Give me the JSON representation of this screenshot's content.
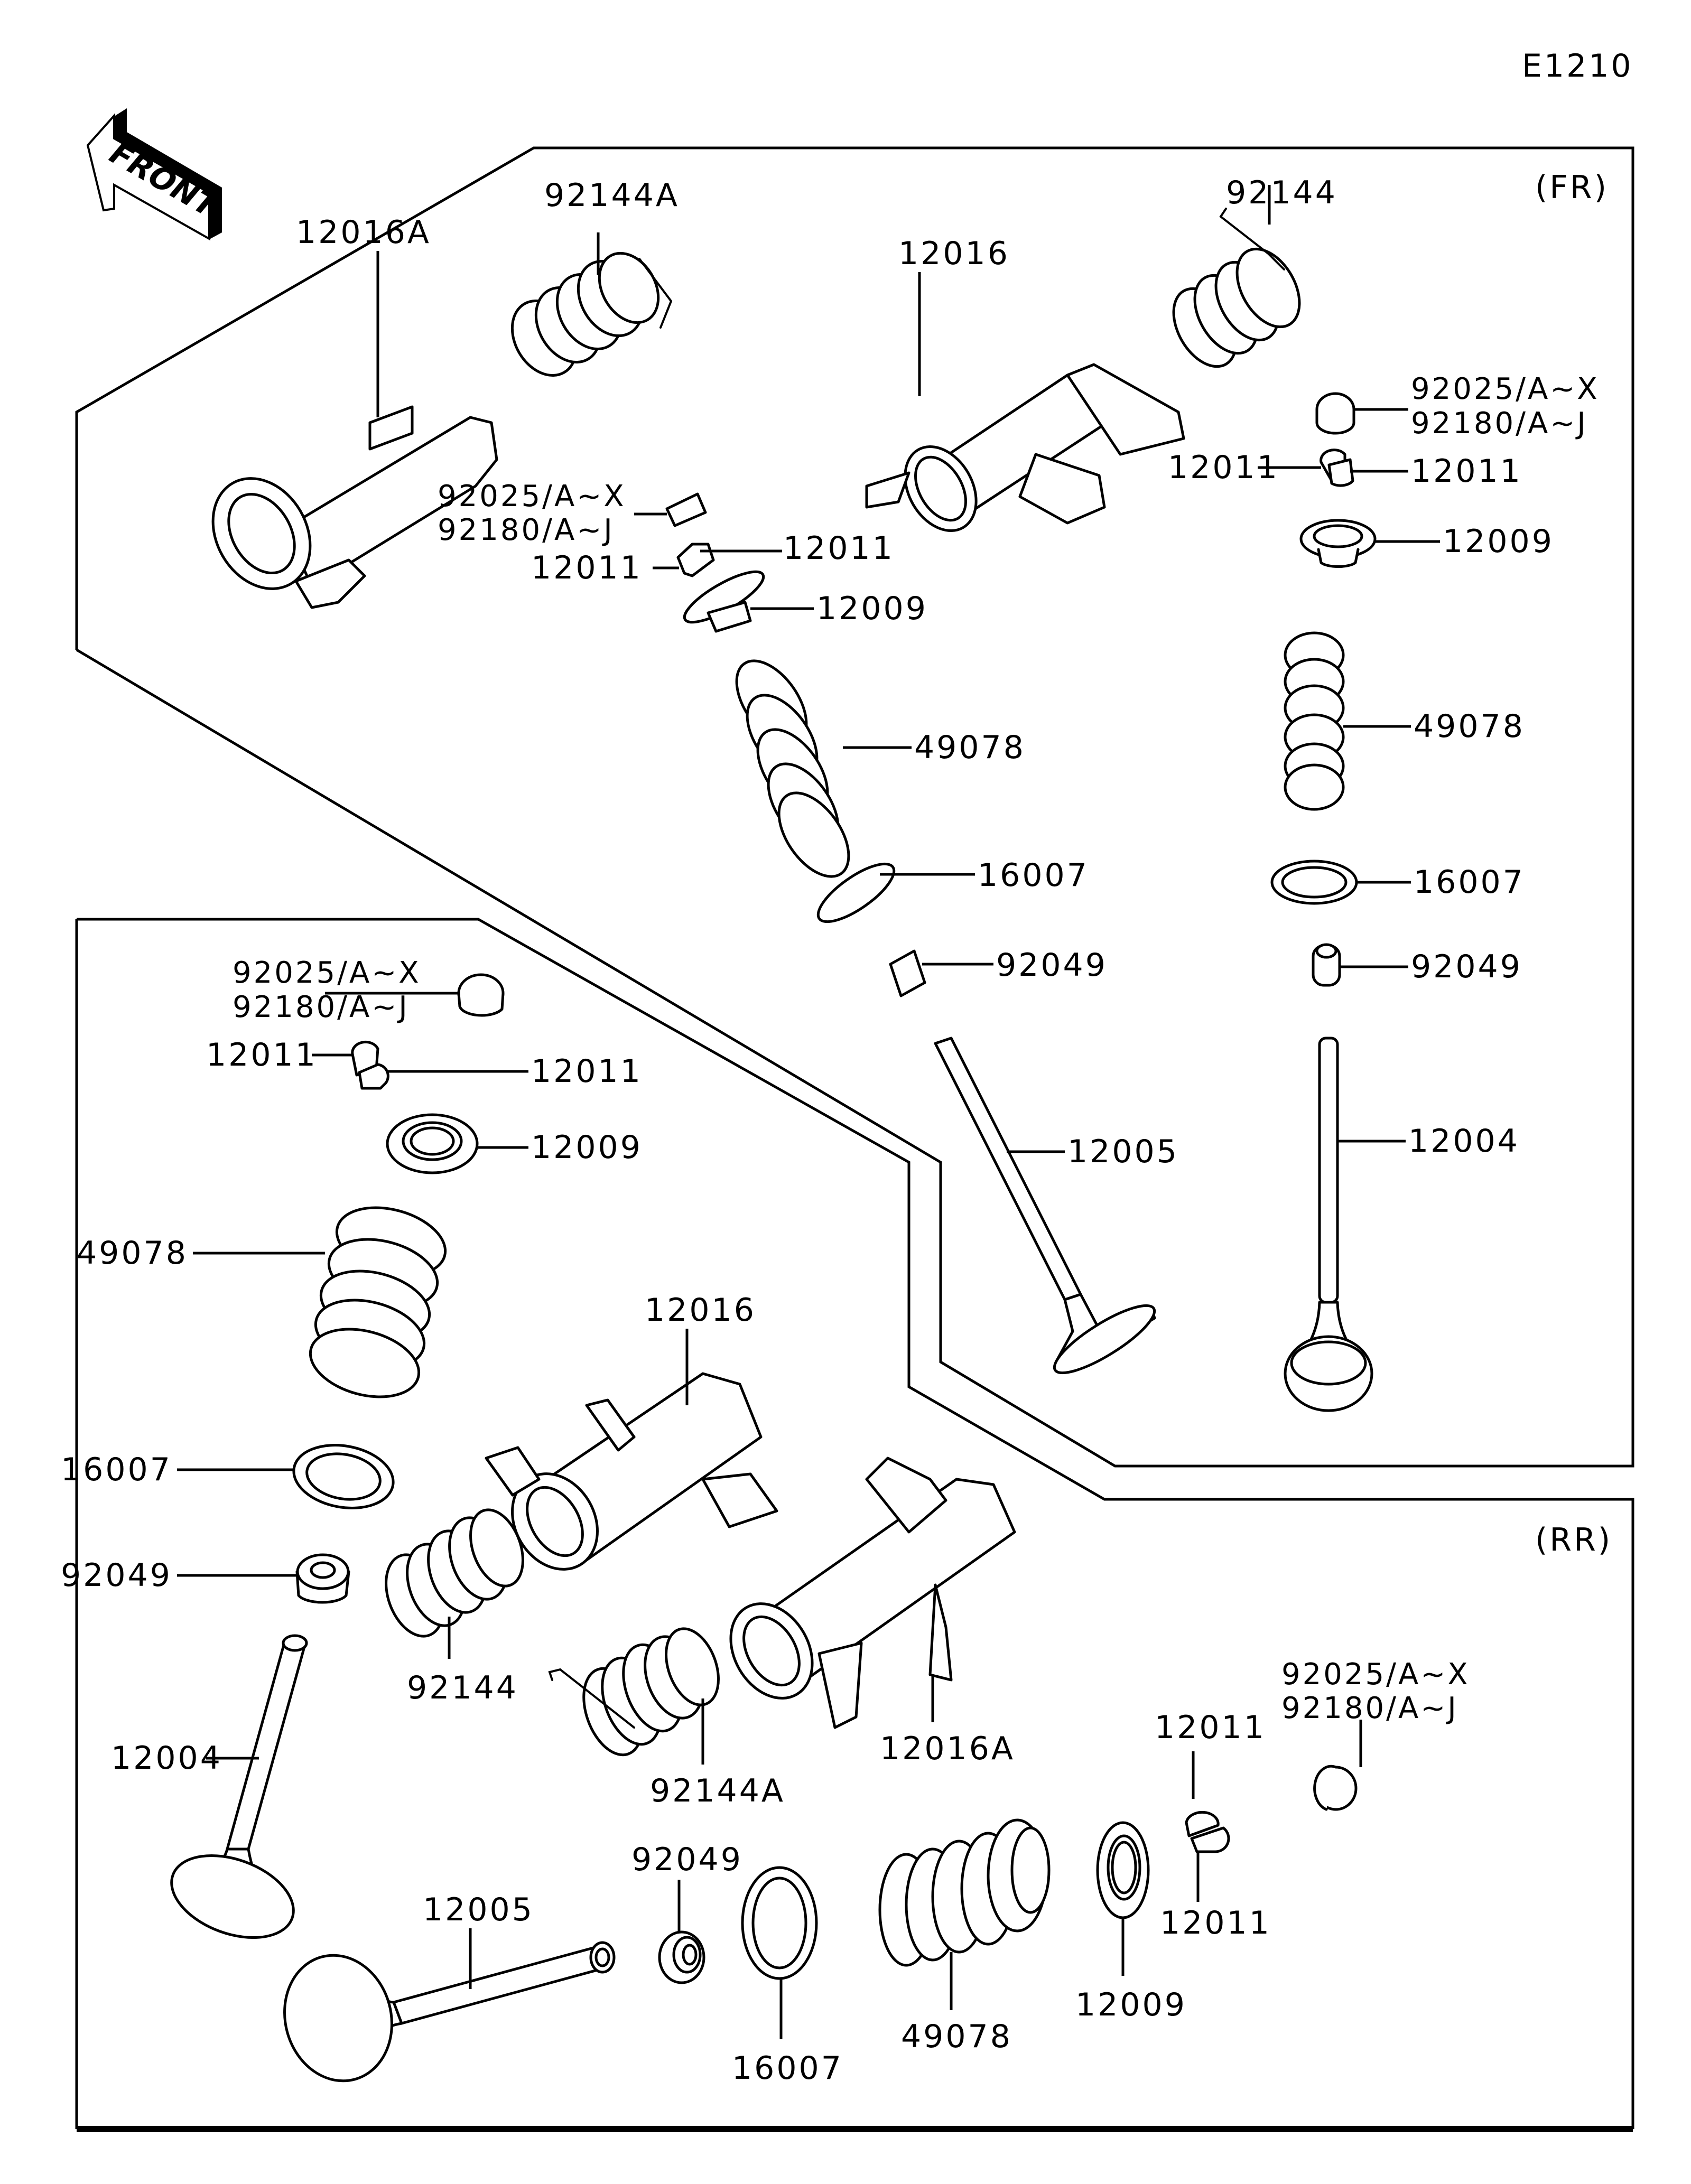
{
  "diagram": {
    "code": "E1210",
    "front_indicator": "FRONT",
    "sections": {
      "front": {
        "label": "(FR)"
      },
      "rear": {
        "label": "(RR)"
      }
    },
    "callouts": {
      "fr_92144A": "92144A",
      "fr_12016A": "12016A",
      "fr_left_shim_1": "92025/A~X",
      "fr_left_shim_2": "92180/A~J",
      "fr_left_keeper_a": "12011",
      "fr_left_keeper_b": "12011",
      "fr_left_retainer": "12009",
      "fr_left_spring": "49078",
      "fr_left_seat": "16007",
      "fr_left_seal": "92049",
      "fr_left_valve": "12005",
      "fr_92144": "92144",
      "fr_12016": "12016",
      "fr_right_shim_1": "92025/A~X",
      "fr_right_shim_2": "92180/A~J",
      "fr_right_keeper_a": "12011",
      "fr_right_keeper_b": "12011",
      "fr_right_retainer": "12009",
      "fr_right_spring": "49078",
      "fr_right_seat": "16007",
      "fr_right_seal": "92049",
      "fr_right_valve": "12004",
      "rr_left_shim_1": "92025/A~X",
      "rr_left_shim_2": "92180/A~J",
      "rr_left_keeper_a": "12011",
      "rr_left_keeper_b": "12011",
      "rr_left_retainer": "12009",
      "rr_left_spring": "49078",
      "rr_left_seat": "16007",
      "rr_left_seal": "92049",
      "rr_left_valve": "12004",
      "rr_12016": "12016",
      "rr_92144": "92144",
      "rr_92144A": "92144A",
      "rr_12016A": "12016A",
      "rr_bottom_valve": "12005",
      "rr_bottom_seal": "92049",
      "rr_bottom_seat": "16007",
      "rr_bottom_spring": "49078",
      "rr_bottom_retainer": "12009",
      "rr_bottom_keeper_a": "12011",
      "rr_bottom_keeper_b": "12011",
      "rr_bottom_shim_1": "92025/A~X",
      "rr_bottom_shim_2": "92180/A~J"
    }
  }
}
